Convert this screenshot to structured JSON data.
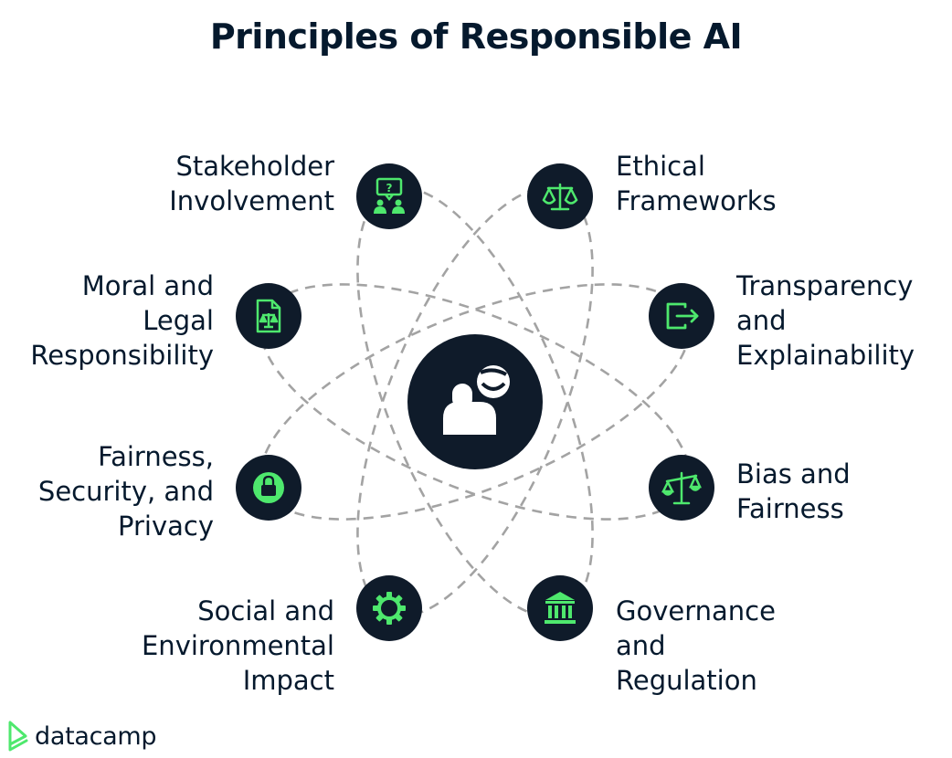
{
  "title": "Principles of Responsible AI",
  "colors": {
    "dark": "#0f1b2a",
    "accent": "#4ee86d",
    "dash": "#a3a3a3",
    "text": "#05192d"
  },
  "center": {
    "icon": "person-ai-icon"
  },
  "nodes": [
    {
      "id": "stakeholder",
      "icon": "stakeholder-chat-icon",
      "side": "left",
      "lines": [
        "Stakeholder",
        "Involvement"
      ]
    },
    {
      "id": "ethical",
      "icon": "scales-icon",
      "side": "right",
      "lines": [
        "Ethical",
        "Frameworks"
      ]
    },
    {
      "id": "moral",
      "icon": "document-scales-icon",
      "side": "left",
      "lines": [
        "Moral and",
        "Legal",
        "Responsibility"
      ]
    },
    {
      "id": "transparency",
      "icon": "export-arrow-icon",
      "side": "right",
      "lines": [
        "Transparency",
        "and",
        "Explainability"
      ]
    },
    {
      "id": "fairness",
      "icon": "lock-icon",
      "side": "left",
      "lines": [
        "Fairness,",
        "Security, and",
        "Privacy"
      ]
    },
    {
      "id": "bias",
      "icon": "balance-icon",
      "side": "right",
      "lines": [
        "Bias and",
        "Fairness"
      ]
    },
    {
      "id": "social",
      "icon": "gear-icon",
      "side": "left",
      "lines": [
        "Social and",
        "Environmental",
        "Impact"
      ]
    },
    {
      "id": "governance",
      "icon": "government-building-icon",
      "side": "right",
      "lines": [
        "Governance",
        "and",
        "Regulation"
      ]
    }
  ],
  "brand": {
    "name": "datacamp",
    "icon": "datacamp-logo-icon"
  }
}
